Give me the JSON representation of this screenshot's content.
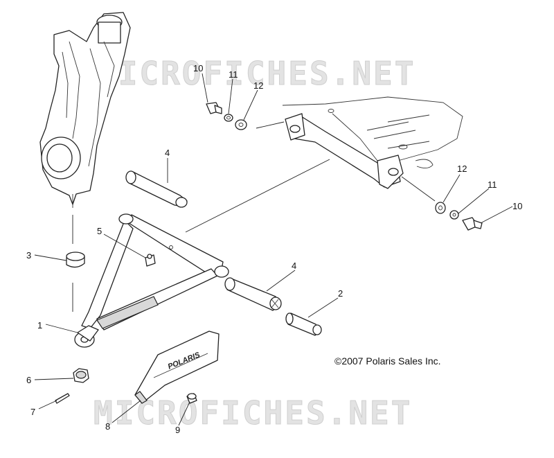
{
  "watermark": {
    "top": "MICROFICHES.NET",
    "bottom": "MICROFICHES.NET"
  },
  "copyright": "©2007 Polaris Sales Inc.",
  "guard_logo": "POLARIS",
  "callouts": {
    "c1": "1",
    "c2": "2",
    "c3": "3",
    "c4a": "4",
    "c4b": "4",
    "c5": "5",
    "c6": "6",
    "c7": "7",
    "c8": "8",
    "c9": "9",
    "c10a": "10",
    "c10b": "10",
    "c11a": "11",
    "c11b": "11",
    "c12a": "12",
    "c12b": "12"
  }
}
